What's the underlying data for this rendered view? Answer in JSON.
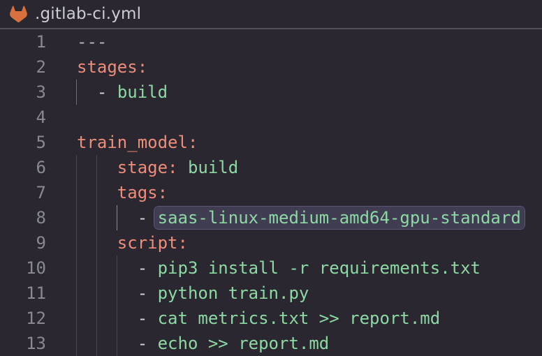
{
  "window": {
    "title": ".gitlab-ci.yml"
  },
  "colors": {
    "bg": "#2a2730",
    "divider": "#524f58",
    "title_fg": "#cdcbd4",
    "gutter": "#8a8893",
    "key": "#ee8d7a",
    "str": "#8dd9a4",
    "punct": "#d4d2dc",
    "punct_dim": "#b5b3bd",
    "guide": "#49464f",
    "guide_mid": "#6f6c78",
    "guide_bright": "#8d8a96",
    "sel_bg": "#403d52",
    "sel_border": "#5b5673",
    "logo_orange": "#d9703d"
  },
  "editor": {
    "lines": [
      {
        "num": "1",
        "guides": [],
        "segments": [
          {
            "t": "---",
            "c": "punct_dim"
          }
        ]
      },
      {
        "num": "2",
        "guides": [],
        "segments": [
          {
            "t": "stages:",
            "c": "key"
          }
        ]
      },
      {
        "num": "3",
        "guides": [
          {
            "col": 0,
            "tone": "mid"
          }
        ],
        "segments": [
          {
            "t": "  "
          },
          {
            "t": "- ",
            "c": "punct"
          },
          {
            "t": "build",
            "c": "str"
          }
        ]
      },
      {
        "num": "4",
        "guides": [],
        "segments": []
      },
      {
        "num": "5",
        "guides": [],
        "segments": [
          {
            "t": "train_model:",
            "c": "key"
          }
        ]
      },
      {
        "num": "6",
        "guides": [
          {
            "col": 0,
            "tone": "normal"
          },
          {
            "col": 2,
            "tone": "normal"
          }
        ],
        "segments": [
          {
            "t": "    "
          },
          {
            "t": "stage:",
            "c": "key"
          },
          {
            "t": " "
          },
          {
            "t": "build",
            "c": "str"
          }
        ]
      },
      {
        "num": "7",
        "guides": [
          {
            "col": 0,
            "tone": "normal"
          },
          {
            "col": 2,
            "tone": "normal"
          }
        ],
        "segments": [
          {
            "t": "    "
          },
          {
            "t": "tags:",
            "c": "key"
          }
        ]
      },
      {
        "num": "8",
        "guides": [
          {
            "col": 0,
            "tone": "normal"
          },
          {
            "col": 2,
            "tone": "normal"
          },
          {
            "col": 4,
            "tone": "bright"
          }
        ],
        "segments": [
          {
            "t": "      "
          },
          {
            "t": "- ",
            "c": "punct"
          },
          {
            "t": "saas-linux-medium-amd64-gpu-standard",
            "c": "str",
            "selected": true
          }
        ]
      },
      {
        "num": "9",
        "guides": [
          {
            "col": 0,
            "tone": "normal"
          },
          {
            "col": 2,
            "tone": "normal"
          }
        ],
        "segments": [
          {
            "t": "    "
          },
          {
            "t": "script:",
            "c": "key"
          }
        ]
      },
      {
        "num": "10",
        "guides": [
          {
            "col": 0,
            "tone": "normal"
          },
          {
            "col": 2,
            "tone": "normal"
          },
          {
            "col": 4,
            "tone": "normal"
          }
        ],
        "segments": [
          {
            "t": "      "
          },
          {
            "t": "- ",
            "c": "punct"
          },
          {
            "t": "pip3 install -r requirements.txt",
            "c": "str"
          }
        ]
      },
      {
        "num": "11",
        "guides": [
          {
            "col": 0,
            "tone": "normal"
          },
          {
            "col": 2,
            "tone": "normal"
          },
          {
            "col": 4,
            "tone": "normal"
          }
        ],
        "segments": [
          {
            "t": "      "
          },
          {
            "t": "- ",
            "c": "punct"
          },
          {
            "t": "python train.py",
            "c": "str"
          }
        ]
      },
      {
        "num": "12",
        "guides": [
          {
            "col": 0,
            "tone": "normal"
          },
          {
            "col": 2,
            "tone": "normal"
          },
          {
            "col": 4,
            "tone": "normal"
          }
        ],
        "segments": [
          {
            "t": "      "
          },
          {
            "t": "- ",
            "c": "punct"
          },
          {
            "t": "cat metrics.txt >> report.md",
            "c": "str"
          }
        ]
      },
      {
        "num": "13",
        "guides": [
          {
            "col": 0,
            "tone": "normal"
          },
          {
            "col": 2,
            "tone": "normal"
          },
          {
            "col": 4,
            "tone": "normal"
          }
        ],
        "segments": [
          {
            "t": "      "
          },
          {
            "t": "- ",
            "c": "punct"
          },
          {
            "t": "echo >> report.md",
            "c": "str"
          }
        ]
      }
    ]
  }
}
